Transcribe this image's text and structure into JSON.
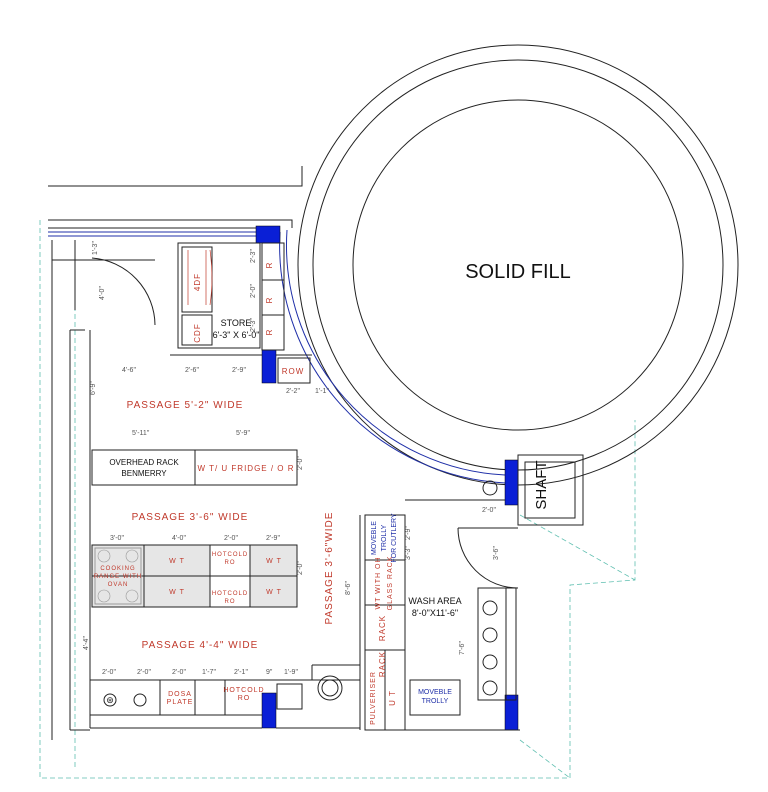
{
  "labels": {
    "solid_fill": "SOLID FILL",
    "shaft": "SHAFT",
    "store": "STORE",
    "store_size": "6'-3\" X 6'-0\"",
    "four_df": "4DF",
    "cdf": "CDF",
    "r": "R",
    "row": "ROW",
    "passage_1": "PASSAGE   5'-2\"   WIDE",
    "overhead_rack": "OVERHEAD RACK",
    "benmerry": "BENMERRY",
    "wt_fridge": "W T/ U FRIDGE / O R",
    "passage_2": "PASSAGE   3'-6\"   WIDE",
    "cooking_range": "COOKING",
    "range_with": "RANGE WITH",
    "oven": "OVAN",
    "wt": "W T",
    "hotcold": "HOTCOLD",
    "ro": "RO",
    "passage_3": "PASSAGE   4'-4\"   WIDE",
    "passage_vertical": "PASSAGE   3'-6\"WIDE",
    "dosa": "DOSA",
    "plate": "PLATE",
    "moveble": "MOVEBLE",
    "trolly": "TROLLY",
    "for_cutlery": "FOR CUTLERY",
    "wt_with_oh": "WT WITH OH",
    "glass_rack": "GLASS RACK",
    "rack": "RACK",
    "pulveriser": "PULVERISER",
    "ut": "U T",
    "wash_area": "WASH AREA",
    "wash_size": "8'-0\"X11'-6\"",
    "moveble_trolly_1": "MOVEBLE",
    "moveble_trolly_2": "TROLLY"
  },
  "dimensions": {
    "d_1_3": "1'-3\"",
    "d_4_0": "4'-0\"",
    "d_2_3": "2'-3\"",
    "d_2_0": "2'-0\"",
    "d_2_3b": "2'-3\"",
    "d_4_6": "4'-6\"",
    "d_2_6": "2'-6\"",
    "d_2_9": "2'-9\"",
    "d_2_2": "2'-2\"",
    "d_1_1": "1'-1\"",
    "d_6_9": "6'-9\"",
    "d_5_11": "5'-11\"",
    "d_5_9": "5'-9\"",
    "d_2_0b": "2'-0\"",
    "d_3_0": "3'-0\"",
    "d_4_0b": "4'-0\"",
    "d_2_0c": "2'-0\"",
    "d_2_9b": "2'-9\"",
    "d_2_0d": "2'-0\"",
    "d_4_4": "4'-4\"",
    "d_2_0e": "2'-0\"",
    "d_2_0f": "2'-0\"",
    "d_2_0g": "2'-0\"",
    "d_1_7": "1'-7\"",
    "d_2_1": "2'-1\"",
    "d_9": "9\"",
    "d_1_9": "1'-9\"",
    "d_8_6": "8'-6\"",
    "d_3_6": "3'-6\"",
    "d_7_6": "7'-6\"",
    "d_3_3": "3'-3\"",
    "d_2_0h": "2'-0\"",
    "d_2_9c": "2'-9\""
  }
}
